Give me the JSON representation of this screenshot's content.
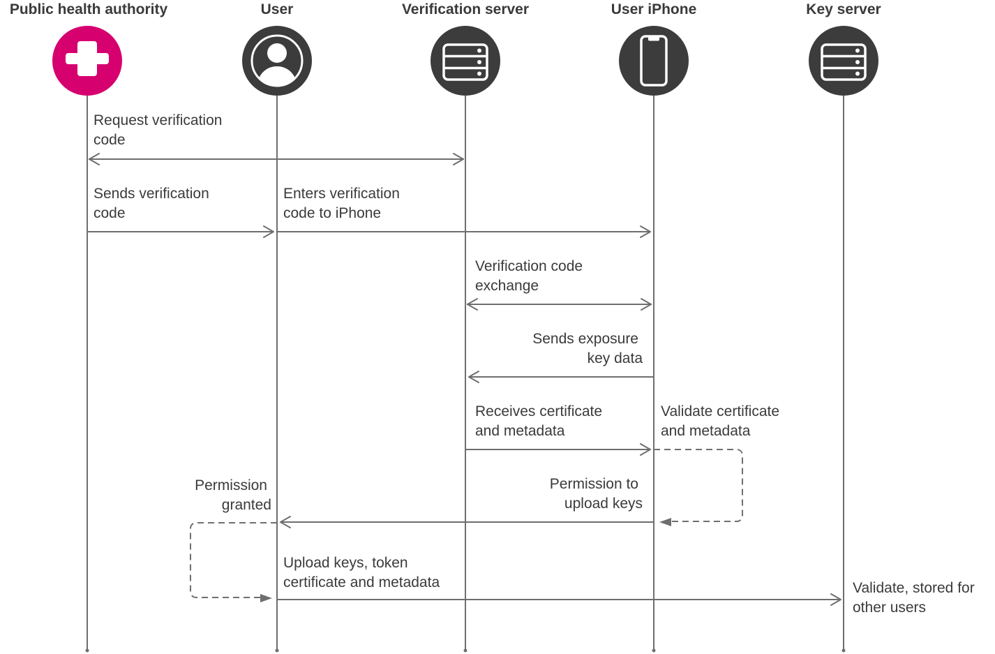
{
  "colors": {
    "authority": "#d6006f",
    "actor": "#3c3c3c",
    "line": "#6e6e6e",
    "text": "#3a3a3a"
  },
  "actors": [
    {
      "id": "authority",
      "title": "Public health authority",
      "icon": "health-cross-icon"
    },
    {
      "id": "user",
      "title": "User",
      "icon": "user-icon"
    },
    {
      "id": "verification",
      "title": "Verification server",
      "icon": "server-icon"
    },
    {
      "id": "iphone",
      "title": "User iPhone",
      "icon": "iphone-icon"
    },
    {
      "id": "keyserver",
      "title": "Key server",
      "icon": "server-icon"
    }
  ],
  "messages": [
    {
      "id": "request-verification-code",
      "from": "authority",
      "to": "verification",
      "direction": "both",
      "lines": [
        "Request verification",
        "code"
      ]
    },
    {
      "id": "sends-verification-code",
      "from": "authority",
      "to": "user",
      "direction": "forward",
      "lines": [
        "Sends verification",
        "code"
      ]
    },
    {
      "id": "enters-verification-code",
      "from": "user",
      "to": "iphone",
      "direction": "forward",
      "lines": [
        "Enters verification",
        "code to iPhone"
      ]
    },
    {
      "id": "verification-code-exchange",
      "from": "verification",
      "to": "iphone",
      "direction": "both",
      "lines": [
        "Verification code",
        "exchange"
      ]
    },
    {
      "id": "sends-exposure-key-data",
      "from": "iphone",
      "to": "verification",
      "direction": "forward",
      "lines": [
        "Sends exposure",
        "key data"
      ]
    },
    {
      "id": "receives-certificate",
      "from": "verification",
      "to": "iphone",
      "direction": "forward",
      "lines": [
        "Receives certificate",
        "and metadata"
      ]
    },
    {
      "id": "validate-certificate",
      "from": "iphone",
      "to": "iphone",
      "direction": "self",
      "lines": [
        "Validate certificate",
        "and metadata"
      ]
    },
    {
      "id": "permission-to-upload-keys",
      "from": "iphone",
      "to": "user",
      "direction": "forward",
      "lines": [
        "Permission to",
        "upload keys"
      ]
    },
    {
      "id": "permission-granted",
      "from": "user",
      "to": "user",
      "direction": "self",
      "lines": [
        "Permission",
        "granted"
      ]
    },
    {
      "id": "upload-keys",
      "from": "user",
      "to": "keyserver",
      "direction": "forward",
      "lines": [
        "Upload keys, token",
        "certificate and metadata"
      ]
    },
    {
      "id": "validate-stored",
      "from": "keyserver",
      "to": "keyserver",
      "direction": "note",
      "lines": [
        "Validate, stored for",
        "other users"
      ]
    }
  ]
}
